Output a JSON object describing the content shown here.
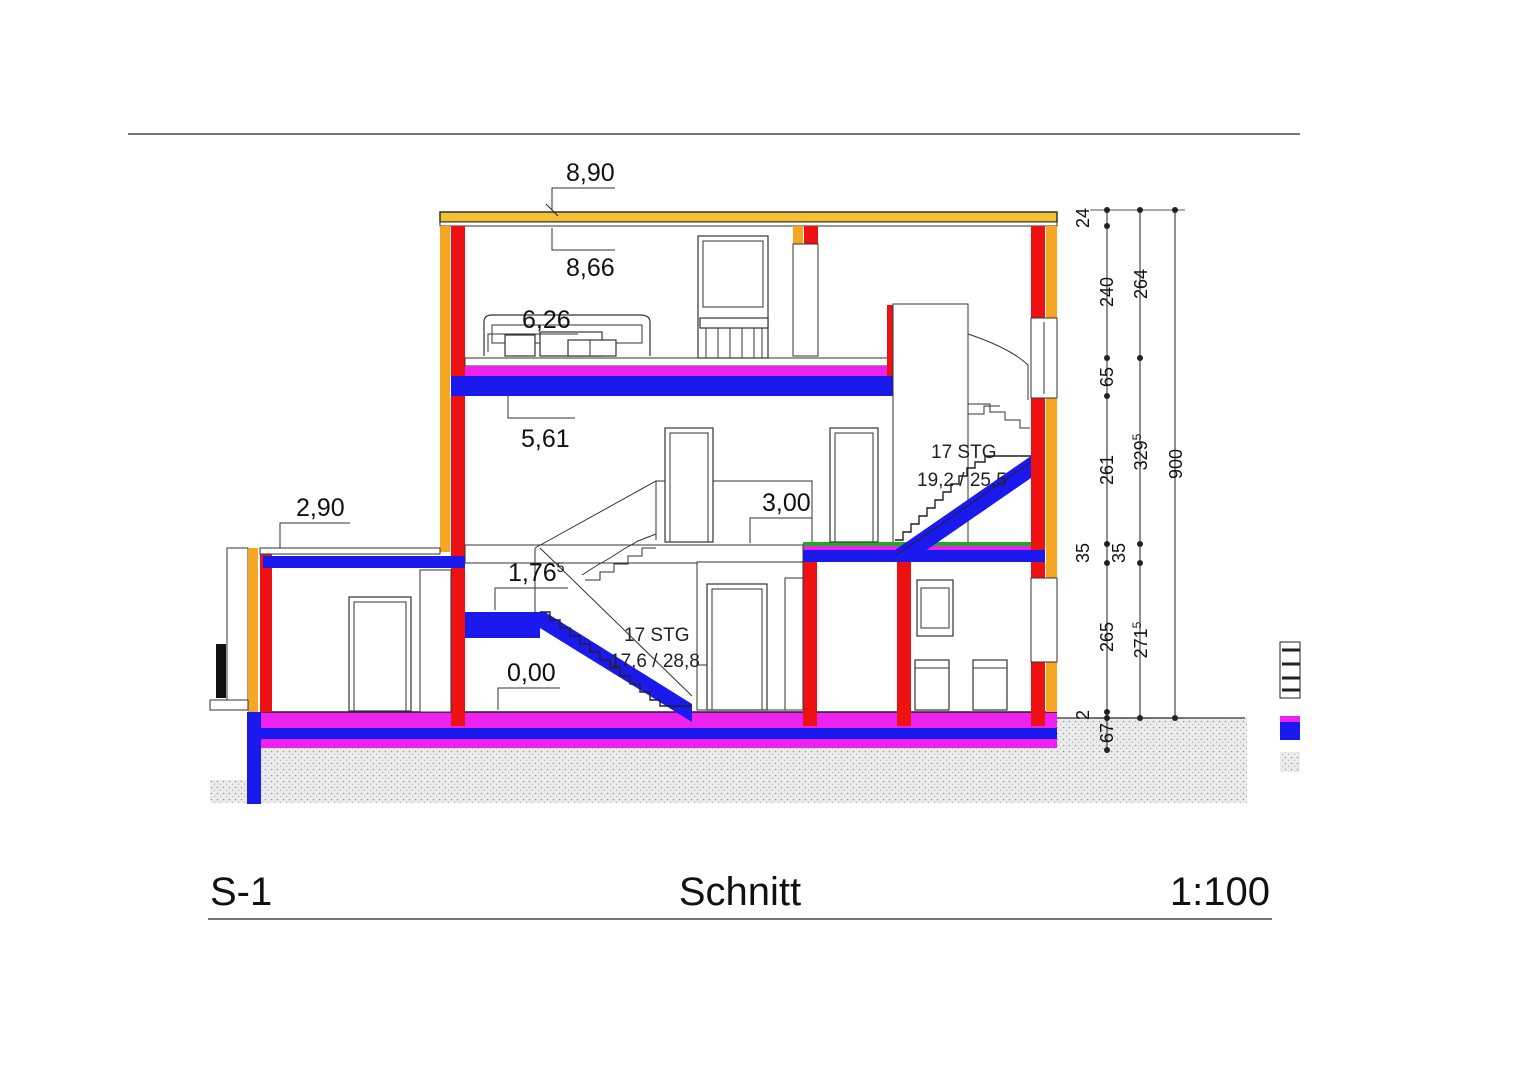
{
  "levels": {
    "roof_top": "8,90",
    "ceiling_attic": "8,66",
    "attic_floor": "6,26",
    "upper_ceiling": "5,61",
    "mid_floor": "3,00",
    "landing": "1,76",
    "landing_sup": "5",
    "ground": "0,00",
    "annex_roof": "2,90"
  },
  "stairs": {
    "lower_count": "17 STG",
    "lower_ratio": "17,6 / 28,8",
    "upper_count": "17 STG",
    "upper_ratio": "19,2 / 25,5"
  },
  "dimensions": {
    "c1": [
      "24",
      "240",
      "65",
      "261",
      "35",
      "265",
      "2",
      "67"
    ],
    "c2_264": "264",
    "c2_329": "329",
    "c2_329_sup": "5",
    "c2_35": "35",
    "c2_271": "271",
    "c2_271_sup": "5",
    "c3_900": "900"
  },
  "title_block": {
    "id": "S-1",
    "name": "Schnitt",
    "scale": "1:100"
  },
  "colors": {
    "wall_red": "#ee1111",
    "insulation_orange": "#f5a623",
    "slab_blue": "#1a1aee",
    "screed_magenta": "#ee22ee",
    "roof_yellow": "#f2c230",
    "green_line": "#22aa22",
    "soil_gray": "#d8d8d8"
  }
}
